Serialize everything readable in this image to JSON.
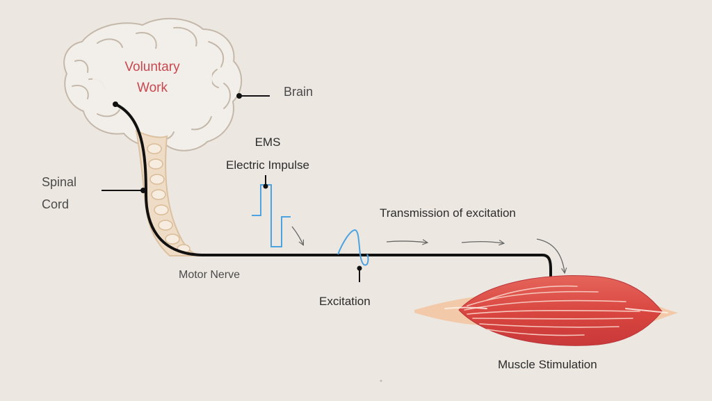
{
  "labels": {
    "voluntary_work_line1": "Voluntary",
    "voluntary_work_line2": "Work",
    "brain": "Brain",
    "spinal_cord_line1": "Spinal",
    "spinal_cord_line2": "Cord",
    "ems_line1": "EMS",
    "ems_line2": "Electric Impulse",
    "transmission": "Transmission of excitation",
    "motor_nerve": "Motor Nerve",
    "excitation": "Excitation",
    "muscle_stimulation": "Muscle Stimulation"
  },
  "colors": {
    "background": "#ece8e1",
    "voluntary_text": "#c8484f",
    "nerve": "#111111",
    "pulse": "#4da3e0",
    "muscle": "#d94a45",
    "tendon": "#f2c9a9",
    "brain_outline": "#c4b8aa",
    "spine": "#e3c7a3"
  }
}
